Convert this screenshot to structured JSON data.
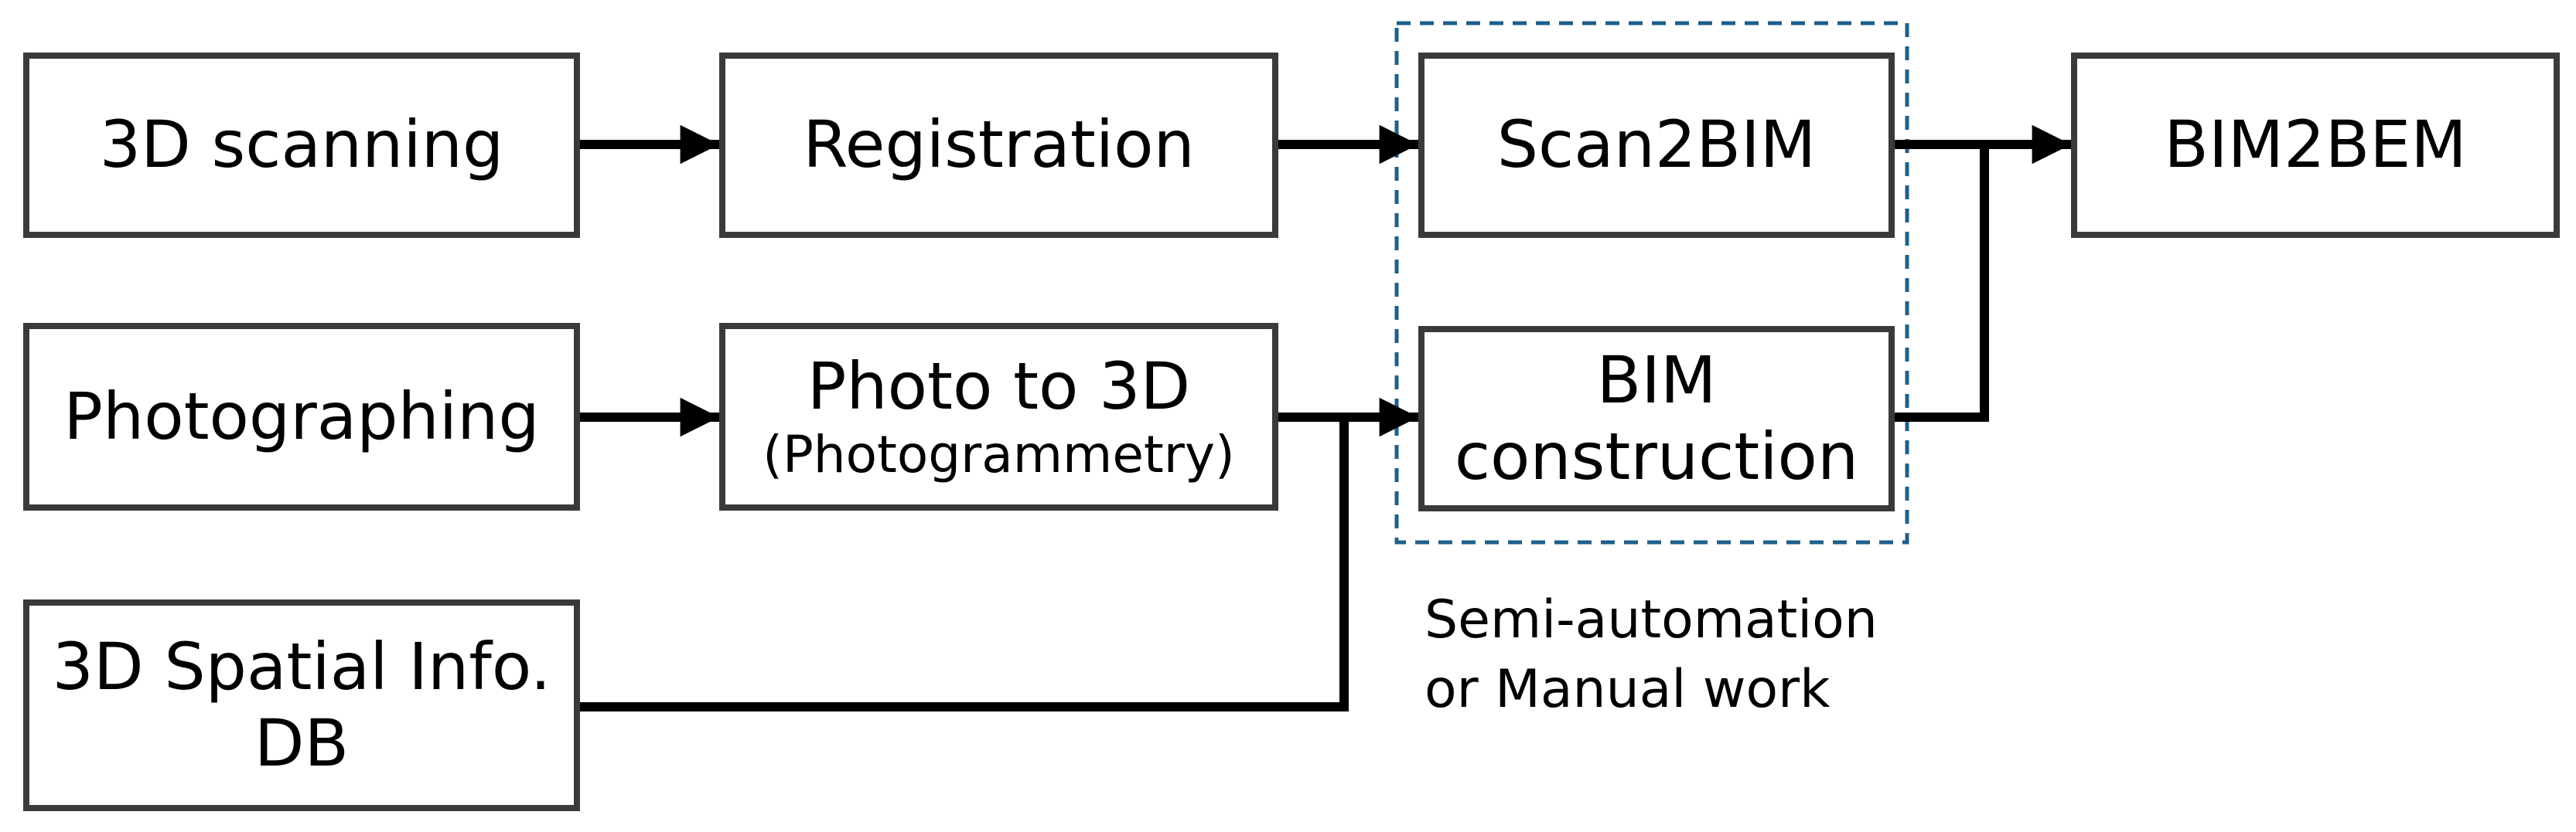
{
  "boxes": {
    "scanning": {
      "label": "3D scanning"
    },
    "registration": {
      "label": "Registration"
    },
    "scan2bim": {
      "label": "Scan2BIM"
    },
    "bim2bem": {
      "label": "BIM2BEM"
    },
    "photographing": {
      "label": "Photographing"
    },
    "photo_to_3d": {
      "label": "Photo to 3D",
      "sublabel": "(Photogrammetry)"
    },
    "bim_construction": {
      "line1": "BIM",
      "line2": "construction"
    },
    "spatial_db": {
      "line1": "3D Spatial Info.",
      "line2": "DB"
    }
  },
  "group_caption": {
    "line1": "Semi-automation",
    "line2": "or Manual work"
  },
  "colors": {
    "box_border": "#3a3a3a",
    "connector": "#000000",
    "group_border": "#1f5f8b"
  }
}
